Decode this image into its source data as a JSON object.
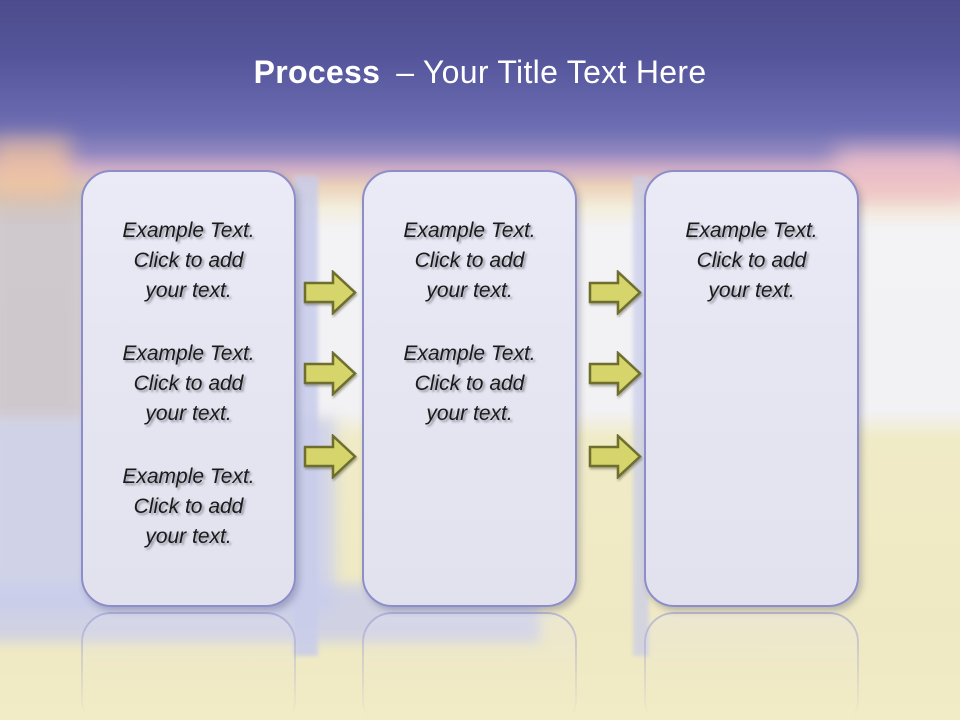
{
  "title": {
    "bold": "Process",
    "rest": "– Your Title Text Here"
  },
  "boxes": [
    {
      "entries": [
        "Example Text.\nClick  to add\nyour text.",
        "Example Text.\nClick  to add\nyour text.",
        "Example Text.\nClick  to add\nyour text."
      ]
    },
    {
      "entries": [
        "Example Text.\nClick  to add\nyour text.",
        "Example Text.\nClick  to add\nyour text."
      ]
    },
    {
      "entries": [
        "Example Text.\nClick  to add\nyour text."
      ]
    }
  ],
  "arrows": {
    "columns": [
      {
        "between": "box-1-and-box-2",
        "count": 3,
        "direction": "right"
      },
      {
        "between": "box-2-and-box-3",
        "count": 3,
        "direction": "right"
      }
    ]
  },
  "colors": {
    "header_top": "#4c4c8d",
    "header_bottom": "#6f6fb4",
    "box_fill": "#e6e6f2",
    "box_border": "#8d8dc9",
    "arrow_fill": "#d5d56c",
    "arrow_stroke": "#6e6e2e",
    "title_color": "#ffffff",
    "text_color": "#1a1a1a"
  }
}
